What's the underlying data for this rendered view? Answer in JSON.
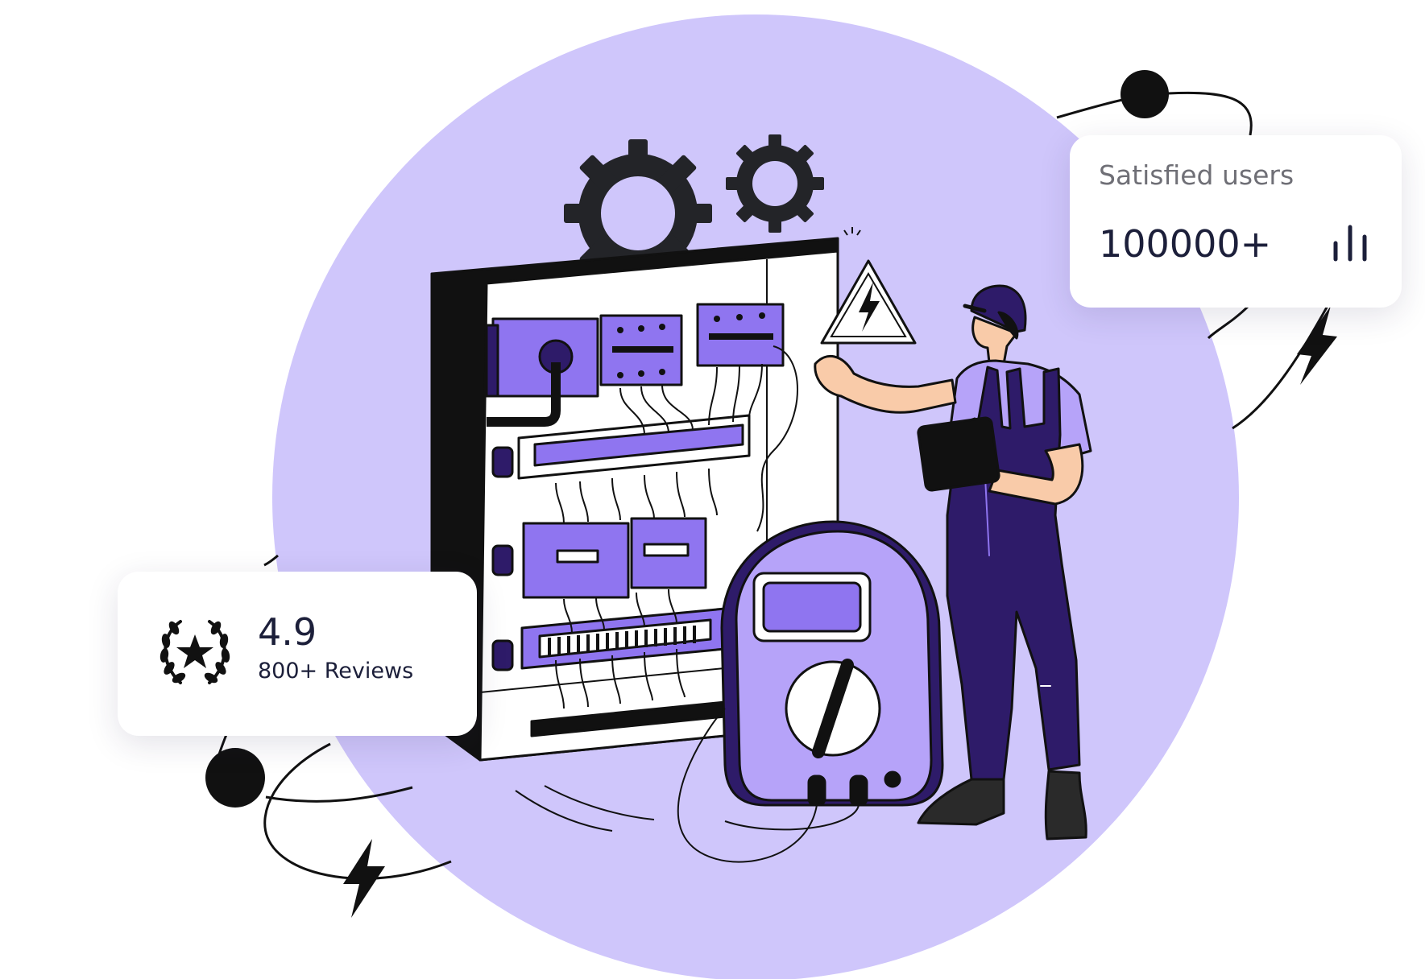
{
  "stats": {
    "satisfied_users_label": "Satisfied users",
    "satisfied_users_value": "100000+",
    "rating_value": "4.9",
    "reviews_label": "800+ Reviews"
  },
  "icons": {
    "stats_icon": "bar-chart-icon",
    "rating_icon": "laurel-star-icon"
  },
  "colors": {
    "circle_background": "#cfc6fb",
    "accent_purple": "#8f75f0",
    "light_purple": "#b6a3f9",
    "dark_purple": "#2e1b69",
    "outline": "#111111",
    "skin": "#f9cba9",
    "card_background": "#ffffff"
  }
}
